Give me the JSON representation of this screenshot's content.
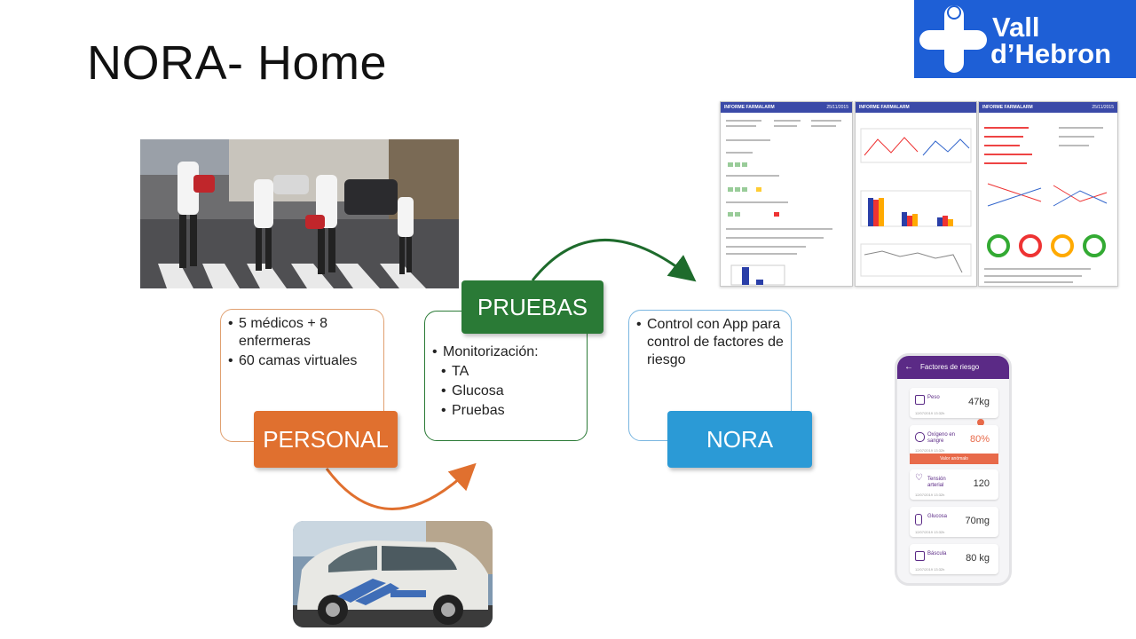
{
  "slide": {
    "title": "NORA- Home"
  },
  "logo": {
    "line1": "Vall",
    "line2": "d’Hebron"
  },
  "personal": {
    "items": [
      "5 médicos + 8 enfermeras",
      "60 camas virtuales"
    ],
    "label": "PERSONAL",
    "color": "#e0702f"
  },
  "pruebas": {
    "items": [
      "Monitorización:",
      "TA",
      "Glucosa",
      "Pruebas"
    ],
    "label": "PRUEBAS",
    "color": "#2a7a36"
  },
  "nora": {
    "items": [
      "Control con App para control de factores de riesgo"
    ],
    "label": "NORA",
    "color": "#2b9ad6"
  },
  "reports": [
    {
      "title": "INFORME FARMALARM",
      "date": "25/11/2015"
    },
    {
      "title": "INFORME FARMALARM"
    },
    {
      "title": "INFORME FARMALARM",
      "date": "25/11/2015"
    }
  ],
  "app": {
    "header": "Factores de riesgo",
    "items": [
      {
        "label": "Peso",
        "value": "47kg",
        "date": "12/07/2019 13:32h"
      },
      {
        "label": "Oxígeno en sangre",
        "value": "80%",
        "date": "12/07/2019 13:32h",
        "alert": "Valor anómalo"
      },
      {
        "label": "Tensión arterial",
        "value": "120",
        "date": "12/07/2019 13:32h"
      },
      {
        "label": "Glucosa",
        "value": "70mg",
        "date": "12/07/2019 13:32h"
      },
      {
        "label": "Báscula",
        "value": "80 kg",
        "date": "12/07/2019 13:32h"
      }
    ]
  }
}
